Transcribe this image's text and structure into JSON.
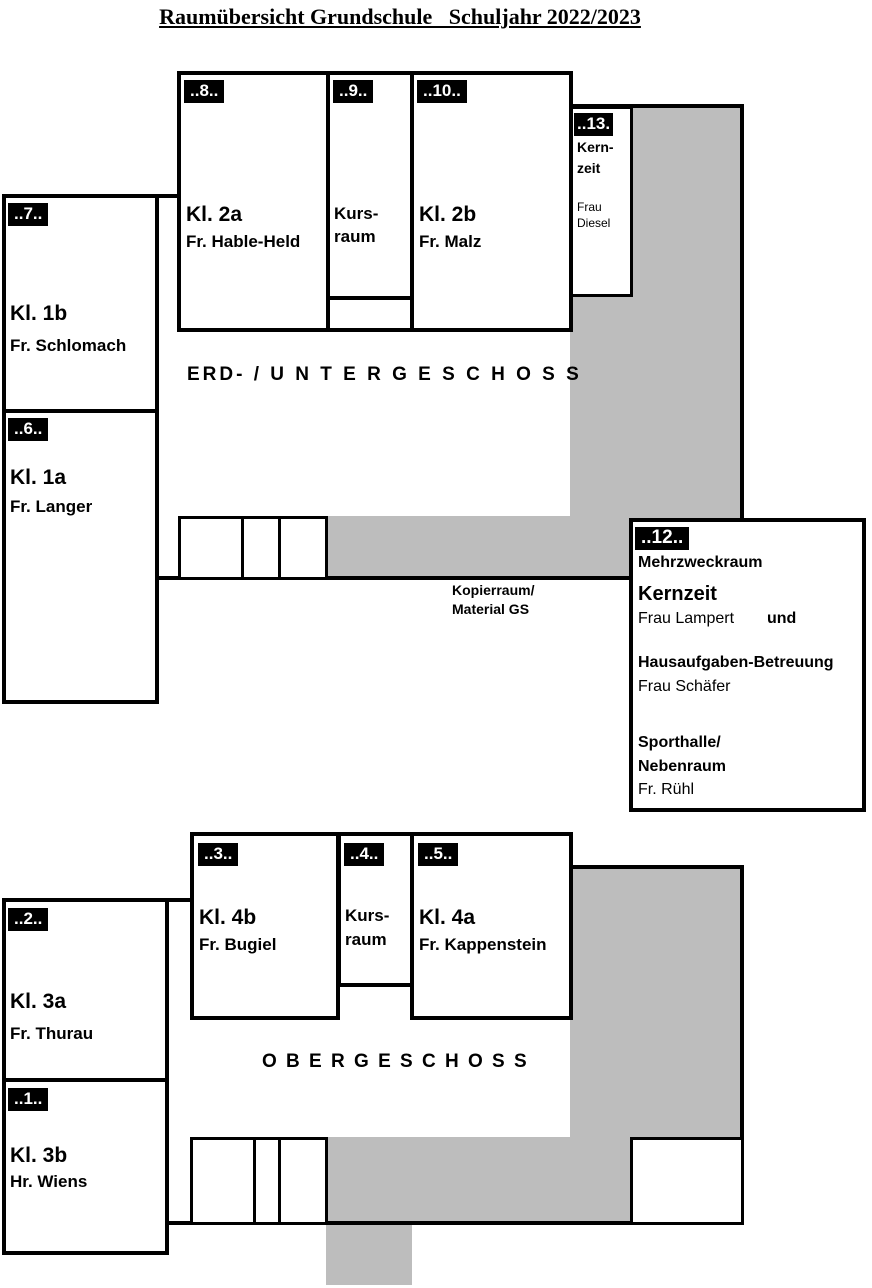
{
  "title": "Raumübersicht Grundschule   Schuljahr 2022/2023",
  "ground_floor": {
    "name": "ERD-  /  U N T E R G E S C H O S S",
    "copy_room": [
      "Kopierraum/",
      "Material GS"
    ],
    "rooms": {
      "r7": {
        "num": "..7..",
        "class": "Kl. 1b",
        "teacher": "Fr. Schlomach"
      },
      "r6": {
        "num": "..6..",
        "class": "Kl. 1a",
        "teacher": "Fr. Langer"
      },
      "r8": {
        "num": "..8..",
        "class": "Kl. 2a",
        "teacher": "Fr. Hable-Held"
      },
      "r9": {
        "num": "..9..",
        "label": [
          "Kurs-",
          "raum"
        ]
      },
      "r10": {
        "num": "..10..",
        "class": "Kl. 2b",
        "teacher": "Fr. Malz"
      },
      "r13": {
        "num": "..13.",
        "label": [
          "Kern-",
          "zeit"
        ],
        "teacher": [
          "Frau",
          "Diesel"
        ]
      },
      "r12": {
        "num": "..12..",
        "line1": "Mehrzweckraum",
        "line2": "Kernzeit",
        "line3": "Frau Lampert",
        "line3b": "und",
        "line4": "Hausaufgaben-Betreuung",
        "line5": "Frau Schäfer",
        "line6": "Sporthalle/",
        "line7": "Nebenraum",
        "line8": "Fr. Rühl"
      }
    }
  },
  "upper_floor": {
    "name": "O B E R G E S C H O S S",
    "rooms": {
      "r2": {
        "num": "..2..",
        "class": "Kl. 3a",
        "teacher": "Fr. Thurau"
      },
      "r1": {
        "num": "..1..",
        "class": "Kl. 3b",
        "teacher": "Hr. Wiens"
      },
      "r3": {
        "num": "..3..",
        "class": "Kl. 4b",
        "teacher": "Fr. Bugiel"
      },
      "r4": {
        "num": "..4..",
        "label": [
          "Kurs-",
          "raum"
        ]
      },
      "r5": {
        "num": "..5..",
        "class": "Kl. 4a",
        "teacher": "Fr. Kappenstein"
      }
    }
  }
}
